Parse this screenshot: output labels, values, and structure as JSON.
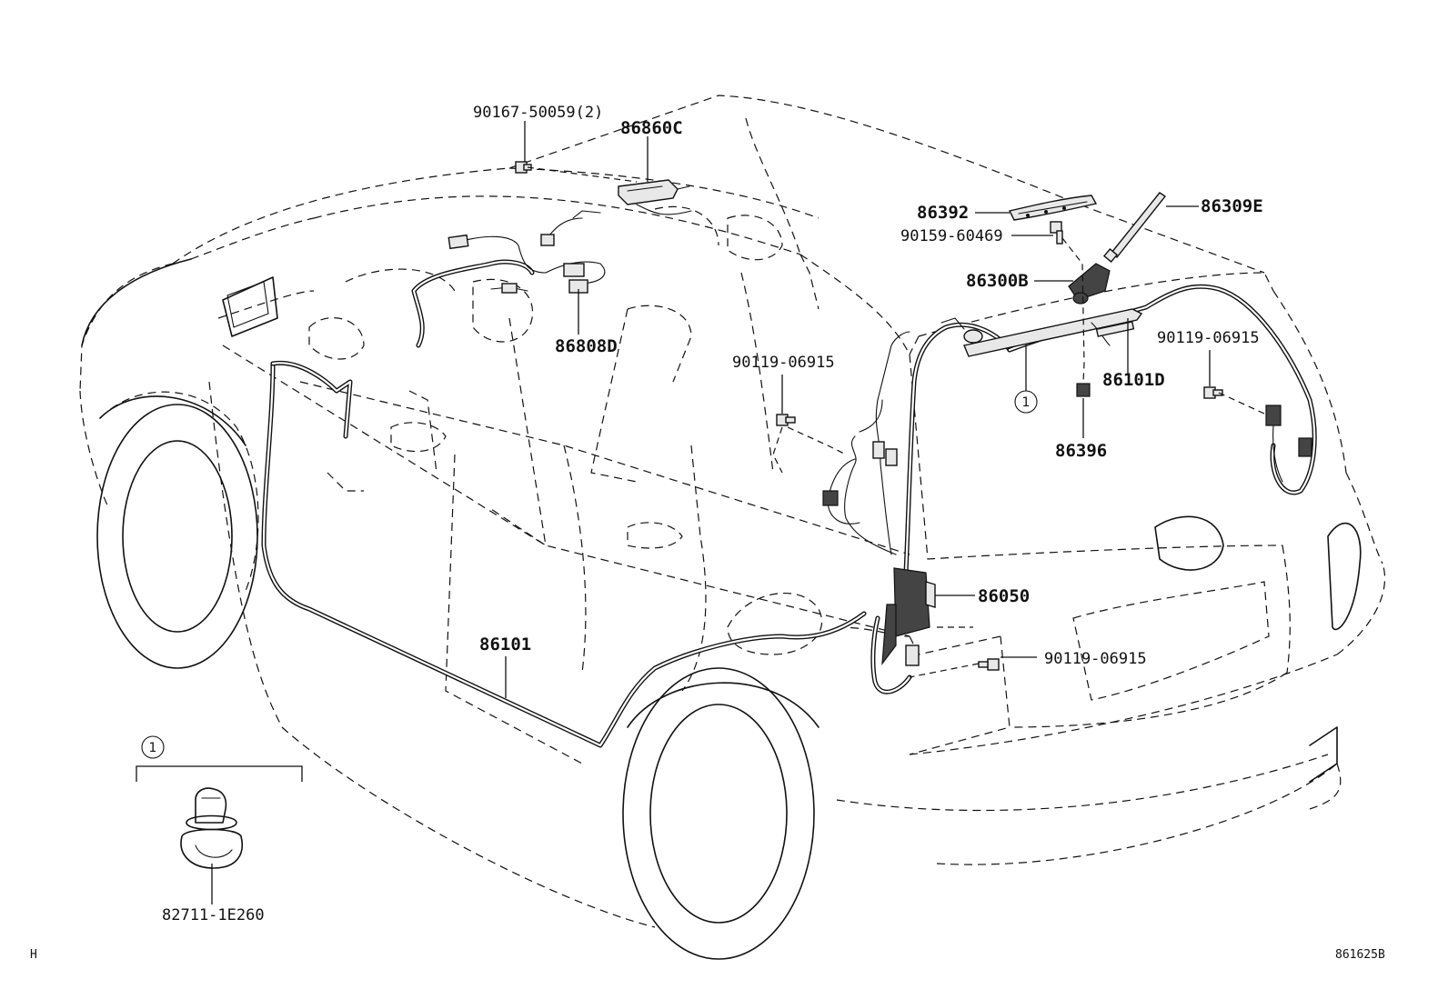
{
  "labels": {
    "bolt_90167": "90167-50059(2)",
    "part_86860C": "86860C",
    "part_86392": "86392",
    "part_86309E": "86309E",
    "bolt_90159": "90159-60469",
    "part_86300B": "86300B",
    "part_86808D": "86808D",
    "bolt_90119_a": "90119-06915",
    "bolt_90119_b": "90119-06915",
    "part_86101D": "86101D",
    "part_86396": "86396",
    "part_86050": "86050",
    "bolt_90119_c": "90119-06915",
    "part_86101": "86101",
    "part_82711": "82711-1E260"
  },
  "callouts": {
    "detail_ref": "1",
    "inline_ref": "1"
  },
  "corner": {
    "left": "H",
    "right": "861625B"
  }
}
